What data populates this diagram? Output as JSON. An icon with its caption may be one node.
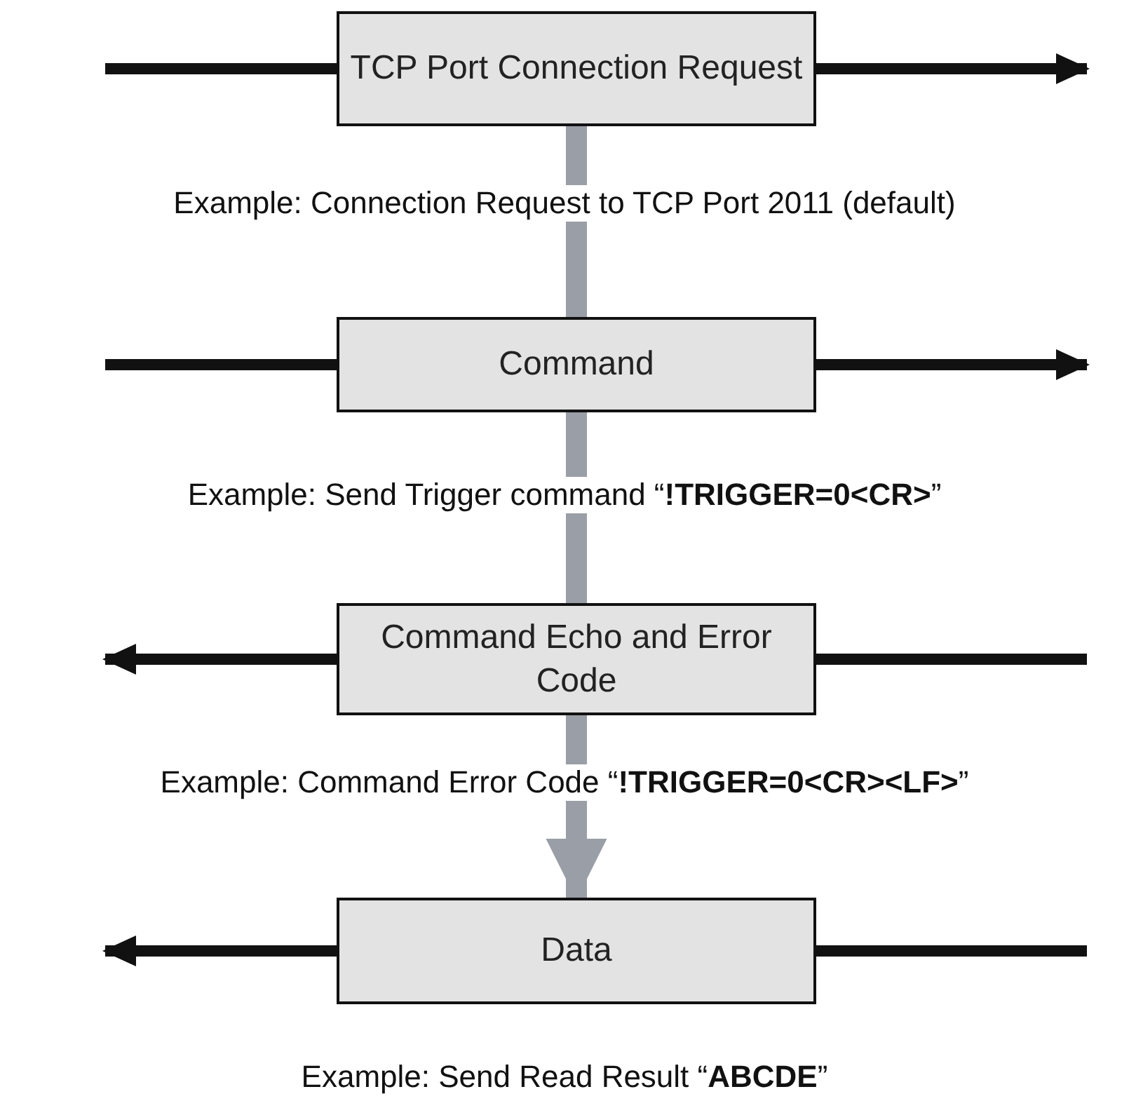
{
  "diagram": {
    "nodes": [
      {
        "text": [
          "TCP Port Connection Request"
        ],
        "beside": [
          "Example: Connection Request to TCP Port 2011 (default)"
        ]
      },
      {
        "text": [
          "Command"
        ],
        "beside": [
          "Example: Send Trigger command “**!TRIGGER=0<CR>**”"
        ]
      },
      {
        "text": [
          "Command Echo and Error Code"
        ],
        "beside": [
          "Example: Command Error Code “**!TRIGGER=0<CR><LF>**”"
        ]
      },
      {
        "text": [
          "Data"
        ],
        "beside": [
          "Example: Send Read Result “**ABCDE**”"
        ]
      }
    ],
    "edges": [
      {
        "from": null,
        "to": 0,
        "arrow": "none"
      },
      {
        "from": 0,
        "to": null,
        "arrow": "to"
      },
      {
        "from": null,
        "to": 1,
        "arrow": "none"
      },
      {
        "from": 1,
        "to": null,
        "arrow": "to"
      },
      {
        "from": 2,
        "to": null,
        "arrow": "to"
      },
      {
        "from": null,
        "to": 2,
        "arrow": "none"
      },
      {
        "from": 3,
        "to": null,
        "arrow": "to"
      },
      {
        "from": null,
        "to": 3,
        "arrow": "none"
      },
      {
        "from": 0,
        "to": 1,
        "arrow": "none",
        "style": "thick",
        "color": "#9a9ea6"
      },
      {
        "from": 1,
        "to": 2,
        "arrow": "none",
        "style": "thick",
        "color": "#9a9ea6"
      },
      {
        "from": 2,
        "to": 3,
        "arrow": "to",
        "style": "thick",
        "color": "#9a9ea6"
      }
    ]
  }
}
